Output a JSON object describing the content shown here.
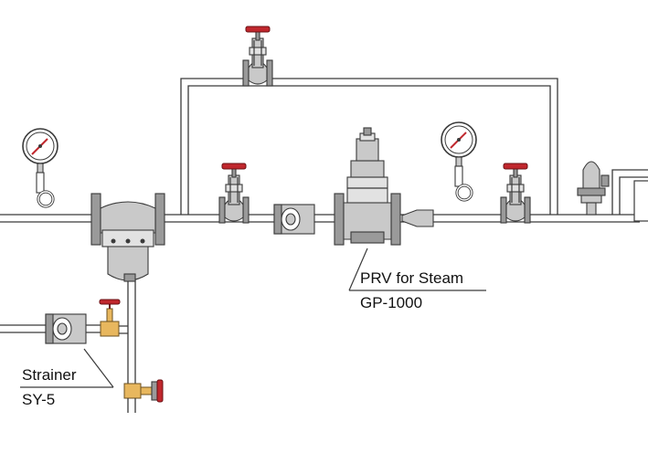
{
  "labels": {
    "prv_name": "PRV for Steam",
    "prv_model": "GP-1000",
    "strainer_name": "Strainer",
    "strainer_model": "SY-5"
  },
  "colors": {
    "pipe_outline": "#3a3a3a",
    "body_gray": "#c9c9c9",
    "handwheel_red": "#c0272d",
    "brass": "#e8b75e"
  }
}
